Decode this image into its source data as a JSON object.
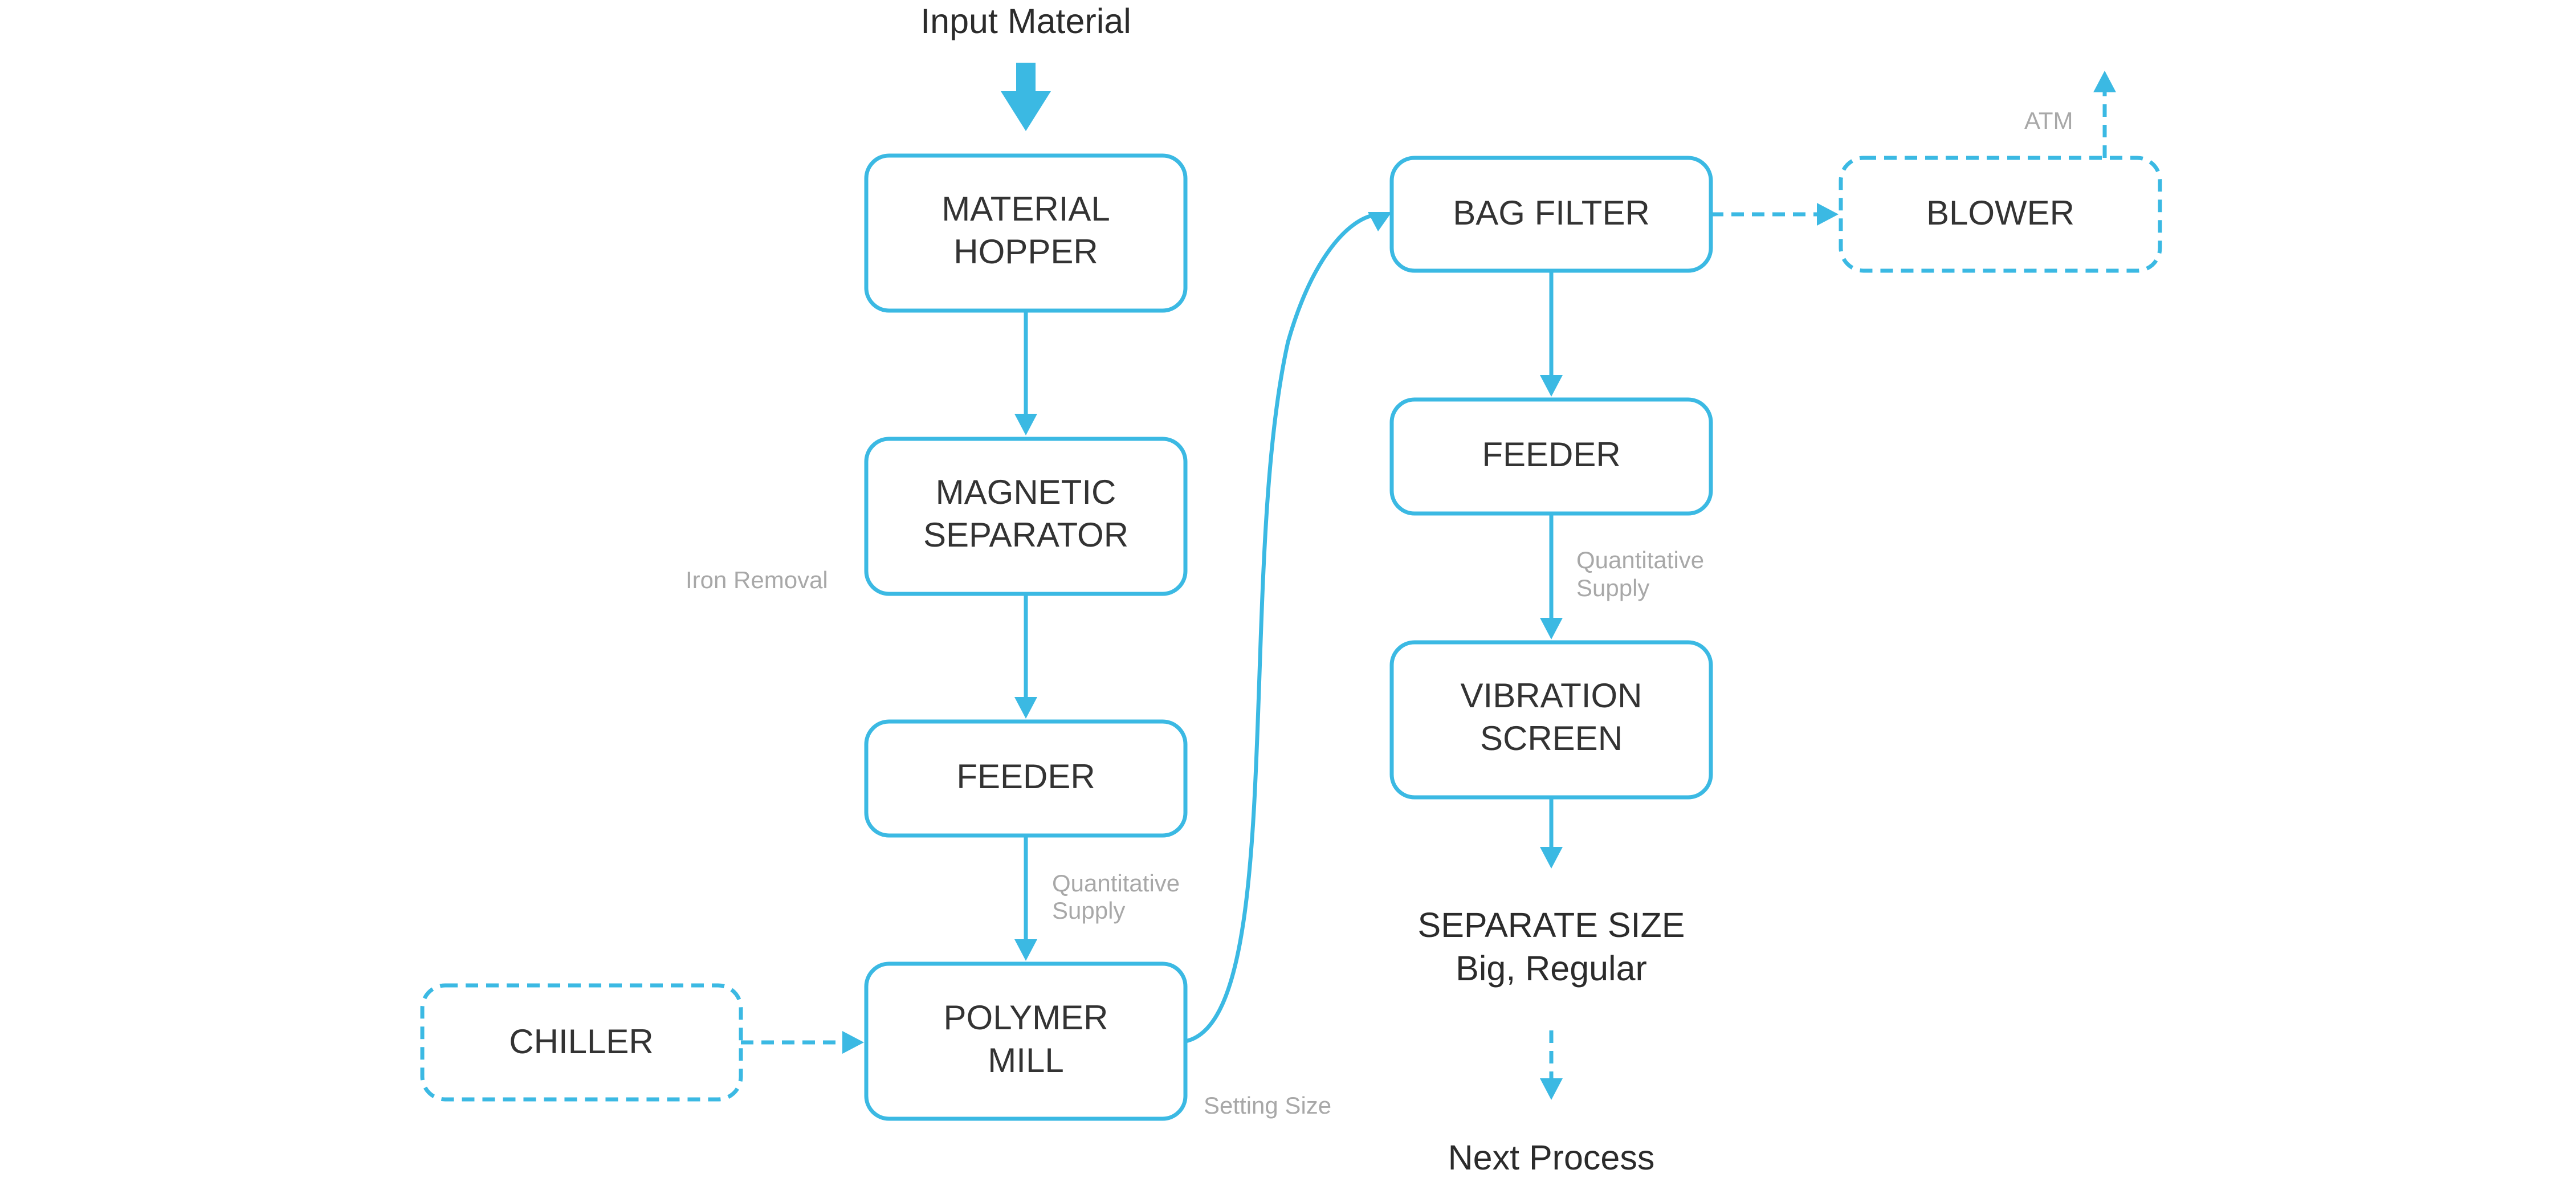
{
  "diagram": {
    "accent_color": "#3bb9e3",
    "nodes": {
      "material_hopper": {
        "line1": "MATERIAL",
        "line2": "HOPPER"
      },
      "magnetic_separator": {
        "line1": "MAGNETIC",
        "line2": "SEPARATOR"
      },
      "feeder_left": {
        "line1": "FEEDER"
      },
      "polymer_mill": {
        "line1": "POLYMER",
        "line2": "MILL"
      },
      "chiller": {
        "line1": "CHILLER"
      },
      "bag_filter": {
        "line1": "BAG FILTER"
      },
      "blower": {
        "line1": "BLOWER"
      },
      "feeder_right": {
        "line1": "FEEDER"
      },
      "vibration_screen": {
        "line1": "VIBRATION",
        "line2": "SCREEN"
      }
    },
    "labels": {
      "input_material": "Input Material",
      "iron_removal": "Iron Removal",
      "quantitative_supply_left_1": "Quantitative",
      "quantitative_supply_left_2": "Supply",
      "setting_size": "Setting Size",
      "atm": "ATM",
      "quantitative_supply_right_1": "Quantitative",
      "quantitative_supply_right_2": "Supply",
      "separate_size_1": "SEPARATE SIZE",
      "separate_size_2": "Big, Regular",
      "next_process": "Next Process"
    }
  }
}
